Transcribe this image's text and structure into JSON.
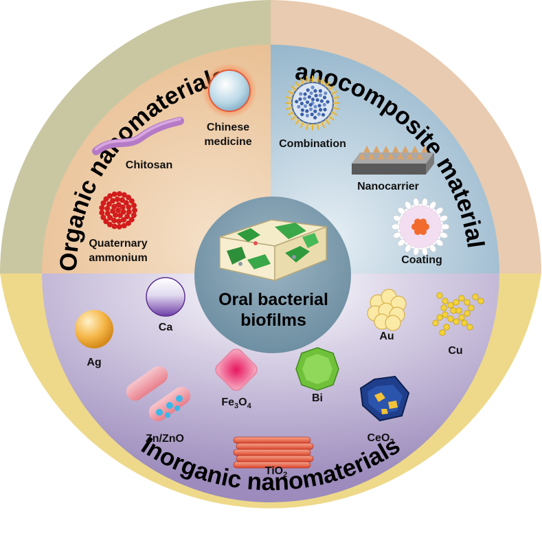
{
  "center": {
    "line1": "Oral bacterial",
    "line2": "biofilms"
  },
  "sections": {
    "organic": {
      "title": "Organic nanomaterials",
      "items": {
        "chinese_medicine_1": "Chinese",
        "chinese_medicine_2": "medicine",
        "chitosan": "Chitosan",
        "quaternary_1": "Quaternary",
        "quaternary_2": "ammonium"
      }
    },
    "nanocomposite": {
      "title": "Nanocomposite materials",
      "items": {
        "combination": "Combination",
        "nanocarrier": "Nanocarrier",
        "coating": "Coating"
      }
    },
    "inorganic": {
      "title": "Inorganic nanomaterials",
      "items": {
        "ag": "Ag",
        "ca": "Ca",
        "au": "Au",
        "cu": "Cu",
        "zn_zno": "Zn/ZnO",
        "fe3o4_a": "Fe",
        "fe3o4_b": "3",
        "fe3o4_c": "O",
        "fe3o4_d": "4",
        "bi": "Bi",
        "ceo2_a": "CeO",
        "ceo2_b": "2",
        "tio2_a": "TiO",
        "tio2_b": "2"
      }
    }
  },
  "colors": {
    "organic_ring": "#c9c7a2",
    "nanocomposite_ring": "#e8cbb0",
    "inorganic_ring": "#eed98a",
    "organic_fill": "#edc9a4",
    "nanocomposite_fill": "#a9c4d6",
    "inorganic_fill": "#b3a6cc",
    "center_fill": "#7f9dae"
  }
}
